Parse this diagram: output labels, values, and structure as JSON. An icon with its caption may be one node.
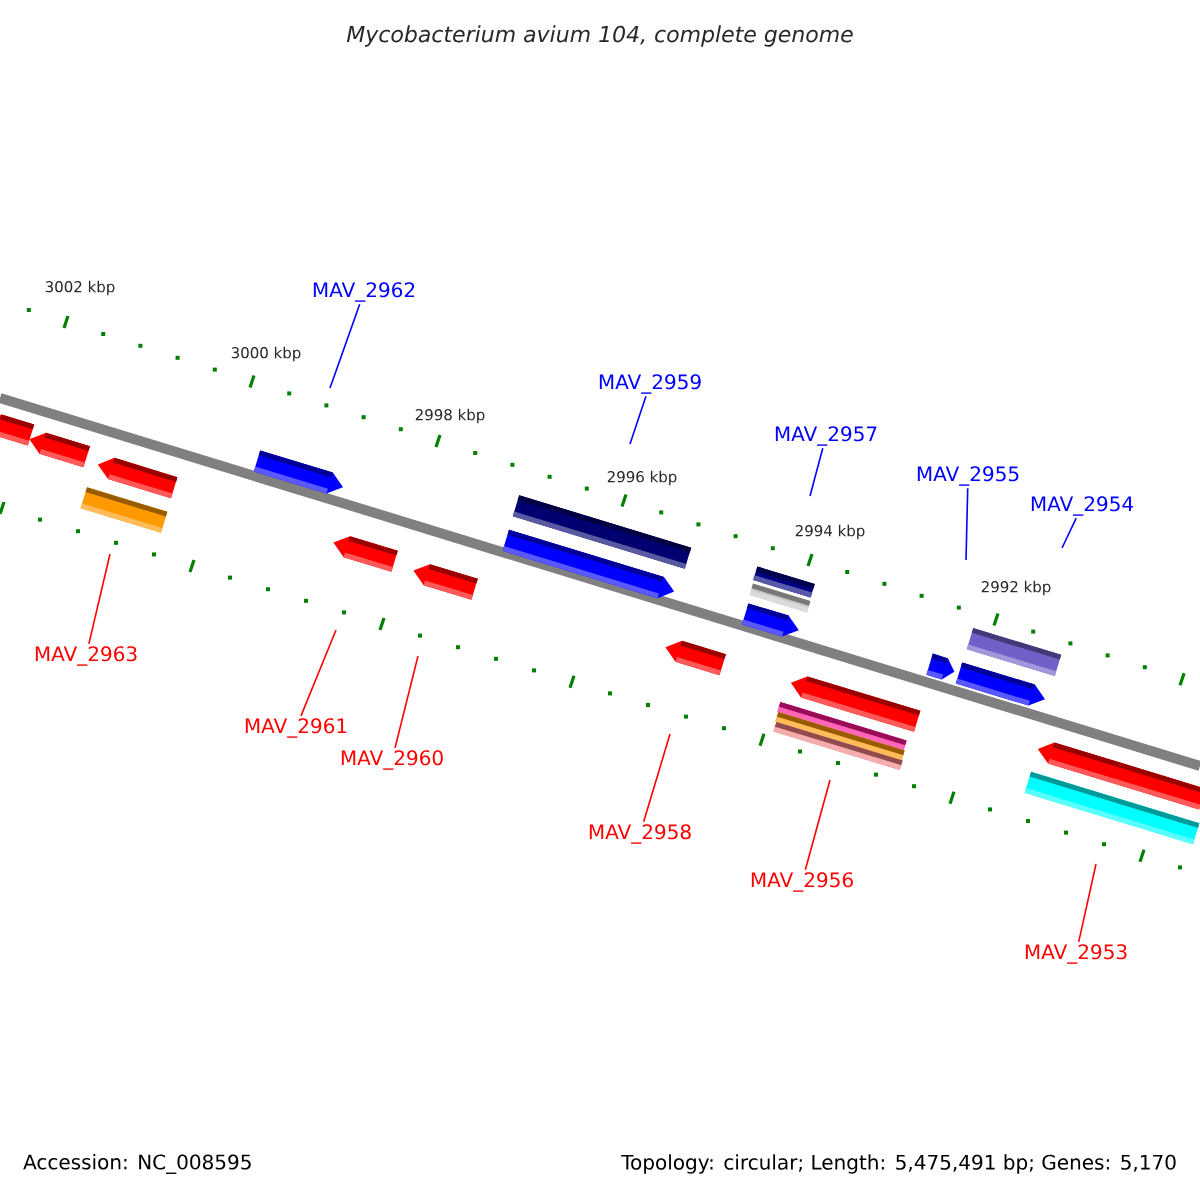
{
  "diagram": {
    "title": "Mycobacterium avium 104, complete genome",
    "nodes": [
      {
        "text": [
          "MAV_2962"
        ]
      },
      {
        "text": [
          "MAV_2959"
        ]
      },
      {
        "text": [
          "MAV_2957"
        ]
      },
      {
        "text": [
          "MAV_2955"
        ]
      },
      {
        "text": [
          "MAV_2954"
        ]
      },
      {
        "text": [
          "MAV_2963"
        ]
      },
      {
        "text": [
          "MAV_2961"
        ]
      },
      {
        "text": [
          "MAV_2960"
        ]
      },
      {
        "text": [
          "MAV_2958"
        ]
      },
      {
        "text": [
          "MAV_2956"
        ]
      },
      {
        "text": [
          "MAV_2953"
        ]
      }
    ],
    "edges": [
      {
        "from": 0,
        "to": null,
        "arrow": "none",
        "color": "#0000ff"
      },
      {
        "from": 1,
        "to": null,
        "arrow": "none",
        "color": "#0000ff"
      },
      {
        "from": 2,
        "to": null,
        "arrow": "none",
        "color": "#0000ff"
      },
      {
        "from": 3,
        "to": null,
        "arrow": "none",
        "color": "#0000ff"
      },
      {
        "from": 4,
        "to": null,
        "arrow": "none",
        "color": "#0000ff"
      },
      {
        "from": 5,
        "to": null,
        "arrow": "none"
      },
      {
        "from": 6,
        "to": null,
        "arrow": "none"
      },
      {
        "from": 7,
        "to": null,
        "arrow": "none"
      },
      {
        "from": 8,
        "to": null,
        "arrow": "none"
      },
      {
        "from": 9,
        "to": null,
        "arrow": "none"
      },
      {
        "from": 10,
        "to": null,
        "arrow": "none"
      }
    ],
    "labels": [
      "3002 kbp",
      "3000 kbp",
      "2998 kbp",
      "2996 kbp",
      "2994 kbp",
      "2992 kbp",
      "Accession: NC_008595",
      "Topology: circular; Length: 5,475,491 bp; Genes: 5,170"
    ]
  }
}
